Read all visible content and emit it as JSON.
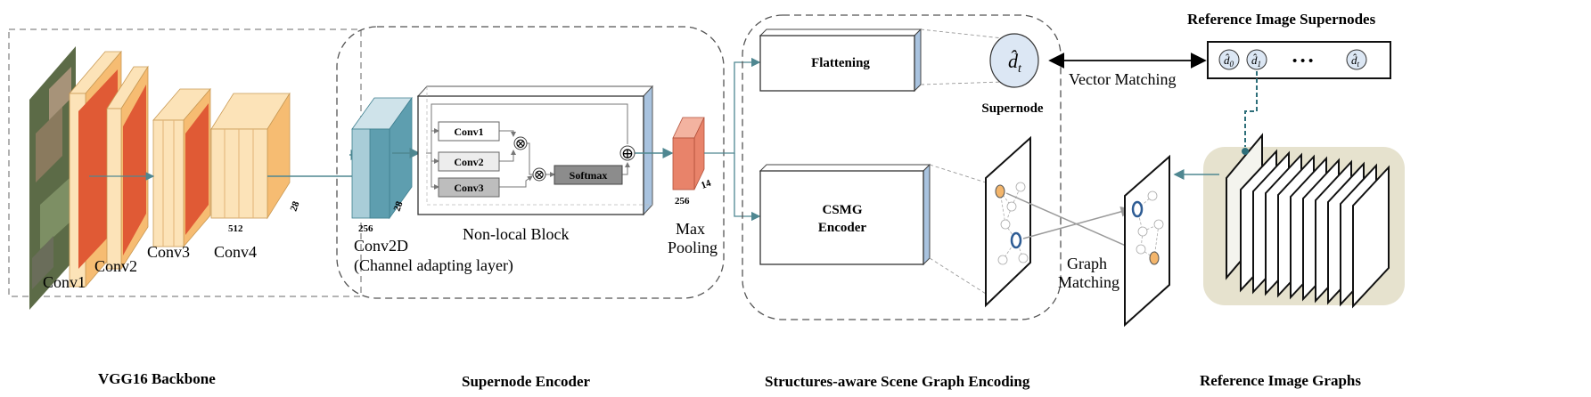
{
  "backbone": {
    "caption": "VGG16 Backbone",
    "layer_labels": [
      "Conv1",
      "Conv2",
      "Conv3",
      "Conv4"
    ],
    "dim_channels": "512",
    "dim_spatial": "28"
  },
  "supernode_encoder": {
    "caption": "Supernode Encoder",
    "conv2d_label": "Conv2D",
    "conv2d_sublabel": "(Channel adapting layer)",
    "conv2d_dim_channels": "256",
    "conv2d_dim_spatial": "28",
    "nonlocal_label": "Non-local Block",
    "inner_boxes": [
      "Conv1",
      "Conv2",
      "Conv3"
    ],
    "softmax_label": "Softmax",
    "otimes": "⊗",
    "oplus": "⊕",
    "pool_label_line1": "Max",
    "pool_label_line2": "Pooling",
    "pool_dim_channels": "256",
    "pool_dim_spatial": "14"
  },
  "scene_graph_encoding": {
    "caption": "Structures-aware Scene Graph Encoding",
    "flattening_label": "Flattening",
    "supernode_symbol": "d̂",
    "supernode_symbol_sub": "t",
    "supernode_label": "Supernode",
    "csmg_line1": "CSMG",
    "csmg_line2": "Encoder"
  },
  "matching": {
    "vector_matching": "Vector Matching",
    "graph_matching_line1": "Graph",
    "graph_matching_line2": "Matching"
  },
  "reference": {
    "supernodes_title": "Reference Image Supernodes",
    "supernode_symbols": [
      {
        "base": "d̂",
        "sub": "0"
      },
      {
        "base": "d̂",
        "sub": "1"
      },
      {
        "base": "d̂",
        "sub": "t"
      }
    ],
    "ellipsis": "• • •",
    "graphs_title": "Reference Image Graphs"
  },
  "colors": {
    "conv_orange": "#E05A35",
    "feature_light": "#FCE3B8",
    "feature_mid": "#F6BC72",
    "conv2d_teal": "#5E9EAF",
    "pool_salmon": "#E8836A",
    "arrow_teal": "#4F8791",
    "supernode_fill": "#DCE7F4",
    "panel_beige": "#E6E2CE",
    "node_orange": "#F3B56B",
    "node_blue": "#2E5C94"
  }
}
